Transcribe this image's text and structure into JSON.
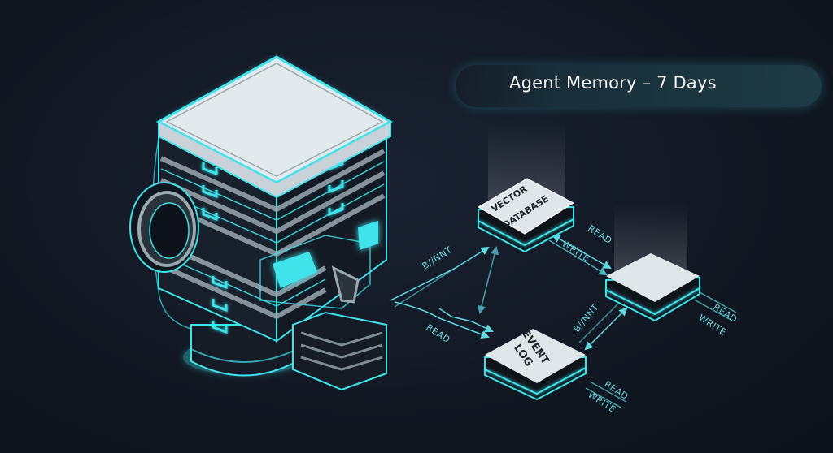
{
  "title": "Agent Memory – 7 Days",
  "colors": {
    "accent": "#3fe3ea",
    "background": "#121823",
    "node_top": "#dfe6ea"
  },
  "nodes": {
    "vector_db": {
      "line1": "VECTOR",
      "line2": "DATABASE"
    },
    "event_log": {
      "line1": "EVENT",
      "line2": "LOG"
    }
  },
  "edge_labels": {
    "bi_upper": "B//NNT",
    "read_left": "READ",
    "read_vw": "READ",
    "write_vw": "WRITE",
    "bi_right": "B//NNT",
    "read_right": "READ",
    "write_right": "WRITE",
    "read_bottom": "READ",
    "write_bottom": "WRITE"
  }
}
